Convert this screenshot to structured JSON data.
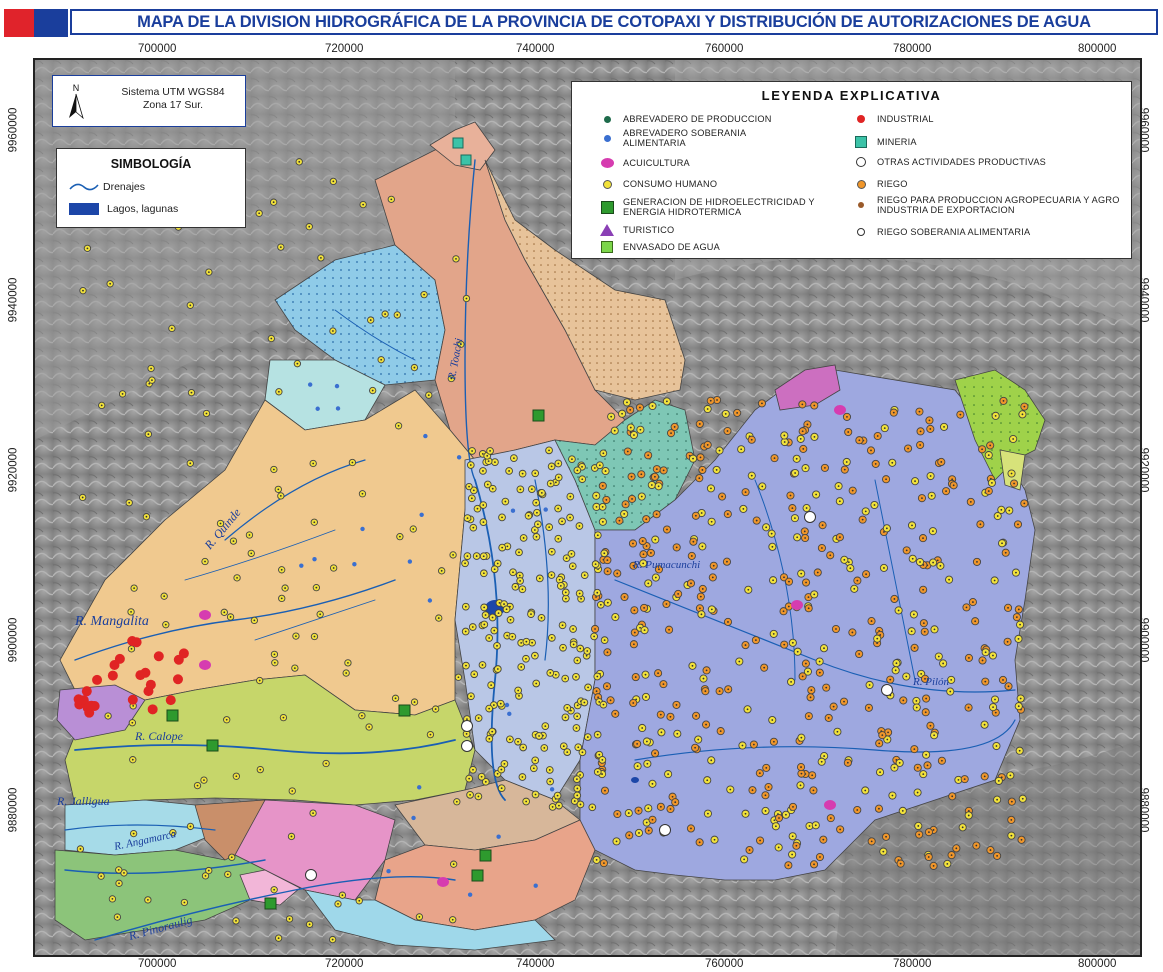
{
  "title": "MAPA DE LA DIVISION HIDROGRÁFICA DE LA PROVINCIA DE COTOPAXI Y DISTRIBUCIÓN DE AUTORIZACIONES DE AGUA",
  "axes": {
    "x_ticks": [
      "700000",
      "720000",
      "740000",
      "760000",
      "780000",
      "800000"
    ],
    "y_ticks": [
      "9960000",
      "9940000",
      "9920000",
      "9900000",
      "9880000"
    ]
  },
  "crs": {
    "north_label": "N",
    "line1": "Sistema UTM WGS84",
    "line2": "Zona 17 Sur."
  },
  "simbologia": {
    "title": "SIMBOLOGÍA",
    "items": [
      {
        "label": "Drenajes",
        "icon": "drainage-line-icon",
        "color": "#1a5fb4"
      },
      {
        "label": "Lagos, lagunas",
        "icon": "lake-fill-icon",
        "color": "#1c46a8"
      }
    ]
  },
  "legend": {
    "title": "LEYENDA EXPLICATIVA",
    "items": [
      {
        "label": "ABREVADERO DE PRODUCCION",
        "icon": "dot-darkgreen-icon",
        "color": "#1e6b4b"
      },
      {
        "label": "ABREVADERO SOBERANIA ALIMENTARIA",
        "icon": "dot-blue-icon",
        "color": "#3a6fd0"
      },
      {
        "label": "ACUICULTURA",
        "icon": "ellipse-magenta-icon",
        "color": "#d63cb0"
      },
      {
        "label": "CONSUMO HUMANO",
        "icon": "ring-yellow-icon",
        "color": "#f2e23a"
      },
      {
        "label": "GENERACION DE HIDROELECTRICIDAD Y ENERGIA HIDROTERMICA",
        "icon": "square-green-icon",
        "color": "#2e9a2e"
      },
      {
        "label": "TURISTICO",
        "icon": "triangle-purple-icon",
        "color": "#8a3fb5"
      },
      {
        "label": "ENVASADO DE AGUA",
        "icon": "square-lightgreen-icon",
        "color": "#7cd64a"
      },
      {
        "label": "INDUSTRIAL",
        "icon": "dot-red-icon",
        "color": "#e02424"
      },
      {
        "label": "MINERIA",
        "icon": "square-teal-icon",
        "color": "#3cc3a8"
      },
      {
        "label": "OTRAS ACTIVIDADES PRODUCTIVAS",
        "icon": "ring-white-icon",
        "color": "#ffffff"
      },
      {
        "label": "RIEGO",
        "icon": "ring-orange-icon",
        "color": "#f0962a"
      },
      {
        "label": "RIEGO PARA PRODUCCION AGROPECUARIA Y AGRO INDUSTRIA DE EXPORTACION",
        "icon": "dot-brown-icon",
        "color": "#9a5a2a"
      },
      {
        "label": "RIEGO SOBERANIA ALIMENTARIA",
        "icon": "ring-small-white-icon",
        "color": "#ffffff"
      }
    ]
  },
  "rivers": [
    "R. Mangalita",
    "R. Calope",
    "R. Jalligua",
    "R. Angamarca",
    "R. Pinoraulig",
    "R. Quinde",
    "R. Toachi",
    "R. Pumacunchi",
    "R. Pilón"
  ],
  "basin_colors": {
    "blue_north": "#8fcbe8",
    "salmon_north": "#e2a58a",
    "sand_north": "#e7c39a",
    "orange_west": "#f0c98f",
    "lavender_central": "#b9c7e6",
    "periwinkle_east": "#9ea8e0",
    "teal_center": "#7ec7b5",
    "lime_east": "#9fd24a",
    "yellowgreen_west": "#c6d66a",
    "pink_south": "#e694c8",
    "lightblue_south": "#9fd8ea",
    "green_sw": "#8cc47a",
    "brown_south": "#c98f6a"
  }
}
